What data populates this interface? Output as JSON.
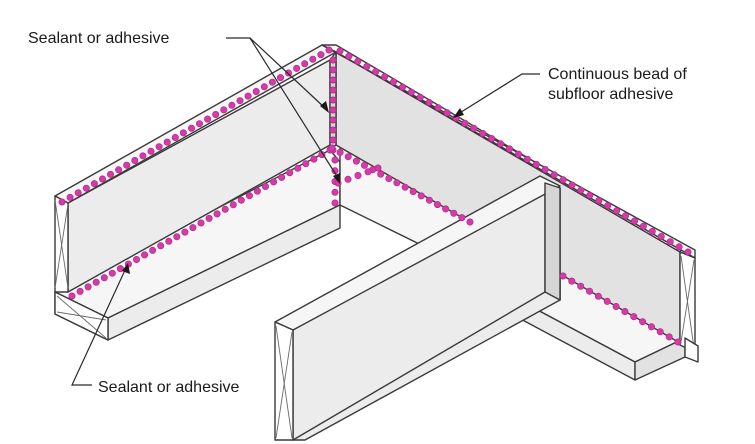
{
  "diagram": {
    "callouts": {
      "top_left": "Sealant or adhesive",
      "bottom_left": "Sealant or adhesive",
      "right_line1": "Continuous bead of",
      "right_line2": "subfloor adhesive"
    },
    "colors": {
      "bead": "#d63aa6",
      "bead_stroke": "#b02388",
      "panel_light": "#ececec",
      "panel_mid": "#e2e2e2",
      "panel_dark": "#d6d6d6",
      "line": "#3a3a3a",
      "text": "#1a1a1a"
    }
  }
}
